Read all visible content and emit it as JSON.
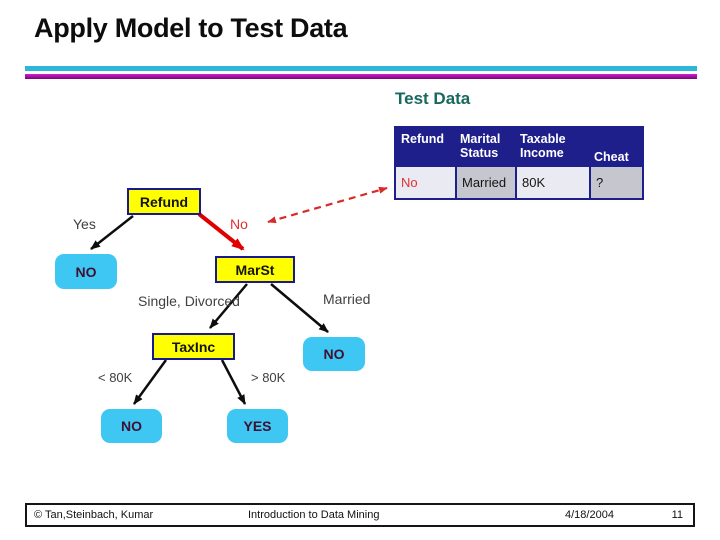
{
  "slide": {
    "title": "Apply Model to Test Data",
    "data_label": "Test Data"
  },
  "test_table": {
    "headers": [
      "Refund",
      "Marital Status",
      "Taxable Income",
      "Cheat"
    ],
    "row": [
      "No",
      "Married",
      "80K",
      "?"
    ]
  },
  "tree": {
    "root_label": "Refund",
    "branch_yes": "Yes",
    "branch_no": "No",
    "leaf_refund_yes": "NO",
    "marst_label": "MarSt",
    "branch_single_divorced": "Single, Divorced",
    "branch_married": "Married",
    "leaf_married": "NO",
    "taxinc_label": "TaxInc",
    "branch_lt_80k": "< 80K",
    "branch_gt_80k": "> 80K",
    "leaf_lt_80k": "NO",
    "leaf_gt_80k": "YES"
  },
  "footer": {
    "copyright": "© Tan,Steinbach, Kumar",
    "title": "Introduction to Data Mining",
    "date": "4/18/2004",
    "page_number": "11"
  },
  "colors": {
    "table_header_blue": "#1f1f8c",
    "table_cell_light": "#eaeaf2",
    "table_cell_dark": "#c6c6ce",
    "node_yellow": "#ffff00",
    "node_border_blue": "#1a1a90",
    "leaf_cyan": "#3ec7f2",
    "leaf_text_maroon": "#401030",
    "highlight_red": "#e00000",
    "rule_cyan": "#2cb6d8",
    "rule_magenta": "#c616c6",
    "subtitle_teal": "#17695f"
  }
}
